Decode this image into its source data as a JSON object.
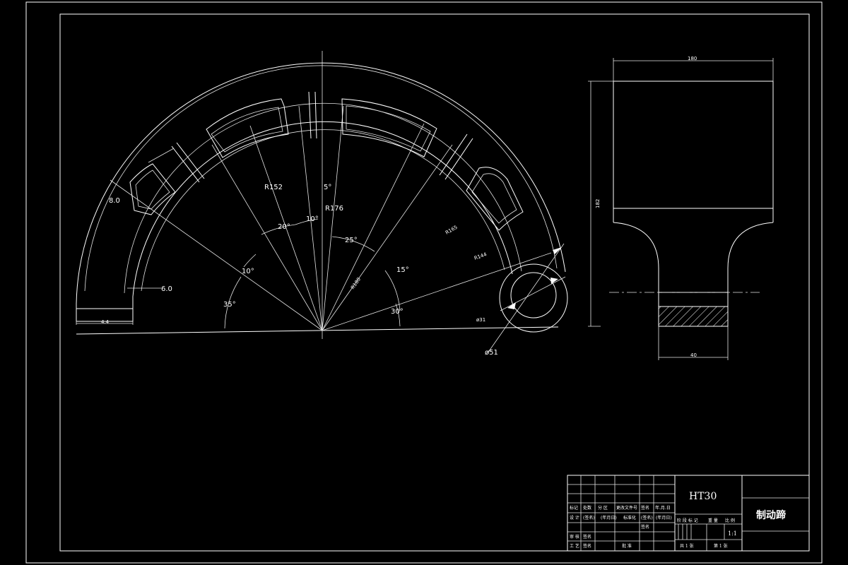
{
  "drawing": {
    "material": "HT30",
    "part_name": "制动蹄",
    "scale": "1:1",
    "sheet_info": [
      "共 1 张",
      "第 1 张"
    ],
    "dims": {
      "r152": "R152",
      "r176": "R176",
      "r180": "R180",
      "r165": "R165",
      "r144": "R144",
      "t8": "8.0",
      "t6": "6.0",
      "t44": "4.4",
      "a5": "5°",
      "a10a": "10°",
      "a20": "20°",
      "a25": "25°",
      "a10b": "10°",
      "a15": "15°",
      "a35": "35°",
      "a30": "30°",
      "d31": "ø31",
      "d51": "ø51",
      "w180": "180",
      "h182": "182",
      "w40": "40"
    },
    "title_block": {
      "header": [
        "标记",
        "处数",
        "分 区",
        "更改文件号",
        "签名",
        "年.月.日"
      ],
      "design": [
        "设 计",
        "(签名)",
        "(年月日)",
        "标准化",
        "(签名)",
        "(年月日)"
      ],
      "check": "审 核",
      "process": "工 艺",
      "approve": "批 准",
      "sign": "签名",
      "stage_labels": [
        "阶 段 标 记",
        "重 量",
        "比 例"
      ]
    }
  }
}
